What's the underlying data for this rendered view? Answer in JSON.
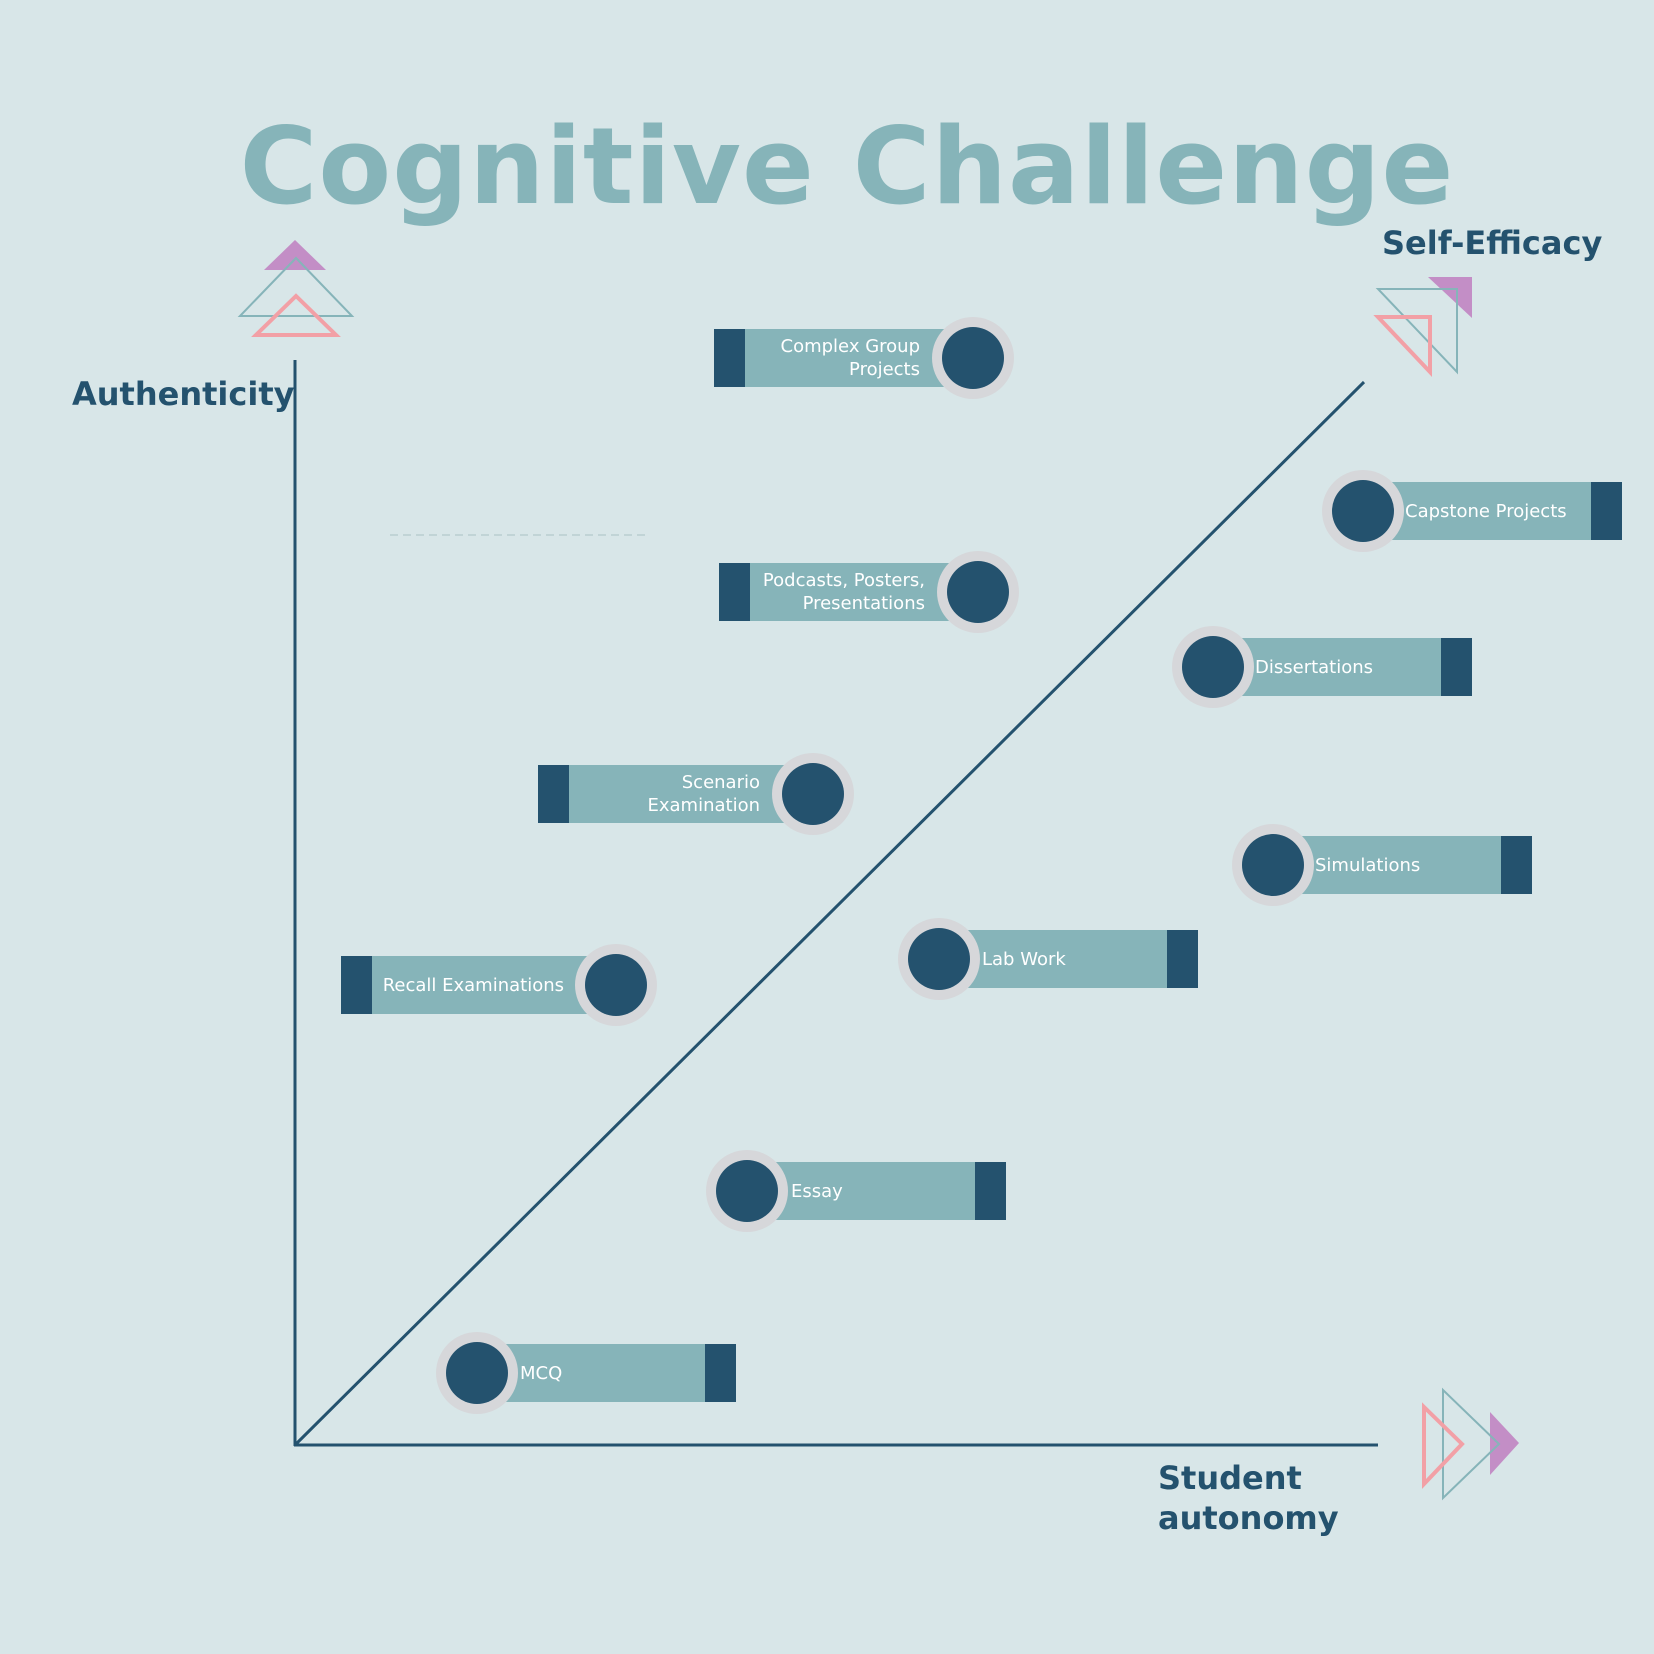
{
  "title": "Cognitive Challenge",
  "axes": {
    "y_label": "Authenticity",
    "x_label_line1": "Student",
    "x_label_line2": "autonomy",
    "diagonal_label": "Self-Efficacy"
  },
  "items": [
    {
      "id": "complex-group-projects",
      "lines": [
        "Complex Group",
        "Projects"
      ],
      "side": "left"
    },
    {
      "id": "podcasts-posters-presentations",
      "lines": [
        "Podcasts, Posters,",
        "Presentations"
      ],
      "side": "left"
    },
    {
      "id": "scenario-examination",
      "lines": [
        "Scenario",
        "Examination"
      ],
      "side": "left"
    },
    {
      "id": "recall-examinations",
      "lines": [
        "Recall Examinations"
      ],
      "side": "left"
    },
    {
      "id": "capstone-projects",
      "lines": [
        "Capstone Projects"
      ],
      "side": "right"
    },
    {
      "id": "dissertations",
      "lines": [
        "Dissertations"
      ],
      "side": "right"
    },
    {
      "id": "simulations",
      "lines": [
        "Simulations"
      ],
      "side": "right"
    },
    {
      "id": "lab-work",
      "lines": [
        "Lab Work"
      ],
      "side": "right"
    },
    {
      "id": "essay",
      "lines": [
        "Essay"
      ],
      "side": "right"
    },
    {
      "id": "mcq",
      "lines": [
        "MCQ"
      ],
      "side": "right"
    }
  ],
  "colors": {
    "background": "#d8e6e8",
    "title": "#86b4b9",
    "dark": "#24526e",
    "bar": "#86b4b9",
    "ring": "#d6d7da",
    "pink": "#f2a0a6",
    "purple": "#c38ec6",
    "teal_outline": "#86b4b9"
  },
  "icons": [
    "triangle-cluster-up-icon",
    "triangle-cluster-diagonal-icon",
    "triangle-cluster-right-icon"
  ]
}
